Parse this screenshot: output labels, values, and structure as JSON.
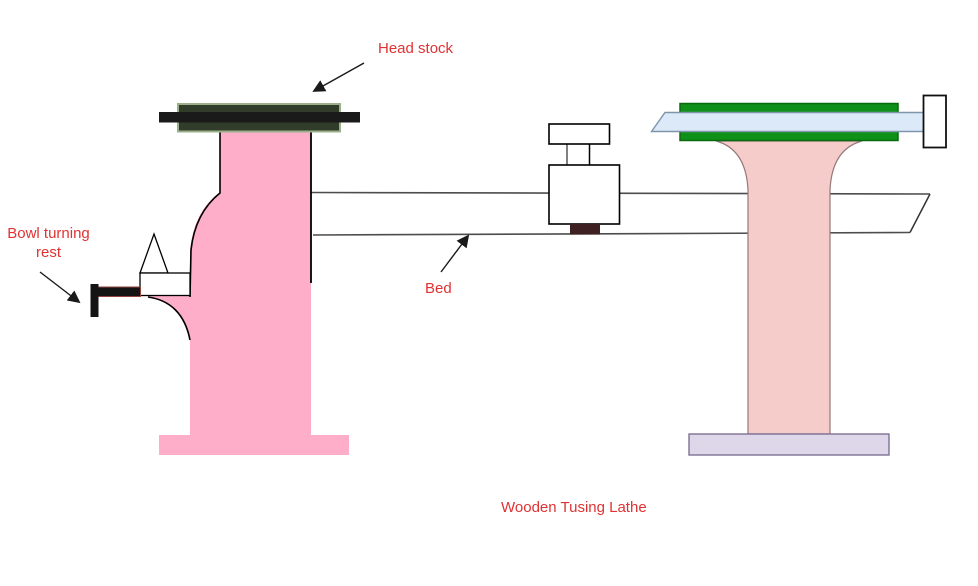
{
  "diagram": {
    "title": "Wooden Tusing Lathe",
    "annotations": {
      "head_stock": "Head stock",
      "bowl_turning_rest": "Bowl turning rest",
      "bed": "Bed"
    },
    "colors": {
      "annotation_red": "#e03232",
      "headstock_body_pink": "#ffaec9",
      "pulley_dark_green": "#313c2b",
      "pulley_border_green": "#9aaf8a",
      "spindle_black": "#1a1a1a",
      "rest_bar_black": "#141414",
      "tool_post_foot_brown": "#3f2023",
      "tailstock_clamp_green": "#0f9018",
      "tailstock_blade_blue": "#dce9f8",
      "tailstock_column_pink": "#f6cccb",
      "tailstock_base_lavender": "#ded6e9"
    }
  }
}
